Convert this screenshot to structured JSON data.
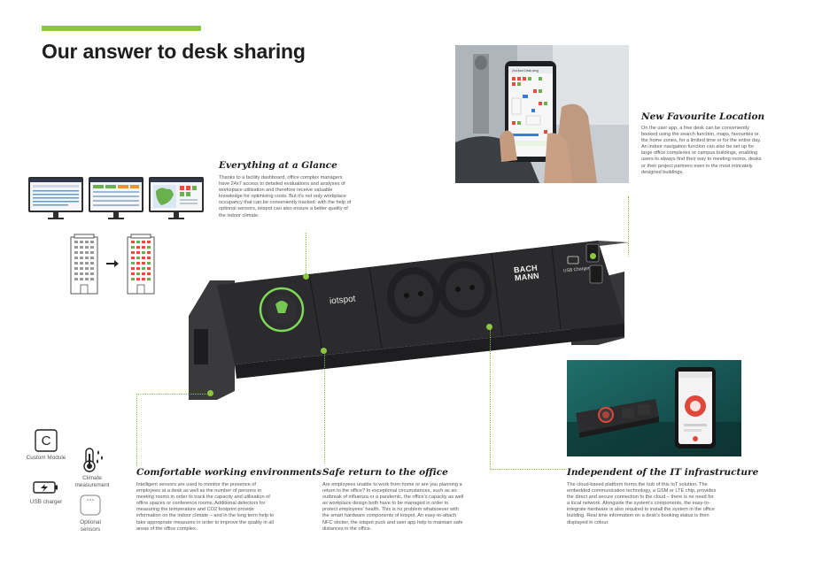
{
  "header": {
    "accent_color": "#8cc63f",
    "title": "Our answer to desk sharing"
  },
  "sections": {
    "glance": {
      "title": "Everything at a Glance",
      "body": "Thanks to a facility dashboard, office complex managers have 24x7 access to detailed evaluations and analyses of workspace utilisation and therefore receive valuable knowledge for optimising costs. But it's not only workplace occupancy that can be conveniently tracked: with the help of optional sensors, iotspot can also ensure a better quality of the indoor climate."
    },
    "favourite": {
      "title": "New Favourite Location",
      "body": "On the user app, a free desk can be conveniently booked using the search function, maps, favourites or the home zones, for a limited time or for the entire day. An indoor navigation function can also be set up for large office complexes or campus buildings, enabling users to always find their way to meeting rooms, desks or their project partners even in the most intricately designed buildings."
    },
    "comfortable": {
      "title": "Comfortable working environments",
      "body": "Intelligent sensors are used to monitor the presence of employees at a desk as well as the number of persons in meeting rooms in order to track the capacity and utilisation of office spaces or conference rooms. Additional detectors for measuring the temperature and CO2 footprint provide information on the indoor climate – and in the long term help to take appropriate measures in order to improve the quality in all areas of the office complex."
    },
    "safe_return": {
      "title": "Safe return to the office",
      "body": "Are employees unable to work from home or are you planning a return to the office? In exceptional circumstances, such as an outbreak of influenza or a pandemic, the office's capacity as well as workplace design both have to be managed in order to protect employees' health. This is no problem whatsoever with the smart hardware components of iotspot. An easy-to-attach NFC sticker, the iotspot puck and user app help to maintain safe distances in the office."
    },
    "independent": {
      "title": "Independent of the IT infrastructure",
      "body": "The cloud-based platform forms the hub of this IoT solution. The embedded communication technology, a GSM or LTE chip, provides the direct and secure connection to the cloud – there is no need for a local network. Alongside the system's components, the easy-to-integrate hardware is also required to install the system in the office building. Real time information on a desk's booking status is then displayed in colour."
    }
  },
  "legend": {
    "custom_module": {
      "icon": "custom-module-c-icon",
      "glyph": "C",
      "label": "Custom Module"
    },
    "usb_charger": {
      "icon": "usb-charger-icon",
      "label": "USB charger"
    },
    "climate": {
      "icon": "thermometer-droplets-icon",
      "label_line1": "Climate",
      "label_line2": "measurement"
    },
    "sensors": {
      "icon": "optional-sensor-icon",
      "label_line1": "Optional",
      "label_line2": "sensors"
    }
  },
  "product": {
    "brand_line1": "BACH",
    "brand_line2": "MANN",
    "logo_text": "iotspot",
    "usb_label": "USB Charger",
    "puck_color": "#7ed957",
    "body_color": "#2b2b2d"
  },
  "phone_app": {
    "header_text": "2nd floor Desk wing"
  }
}
